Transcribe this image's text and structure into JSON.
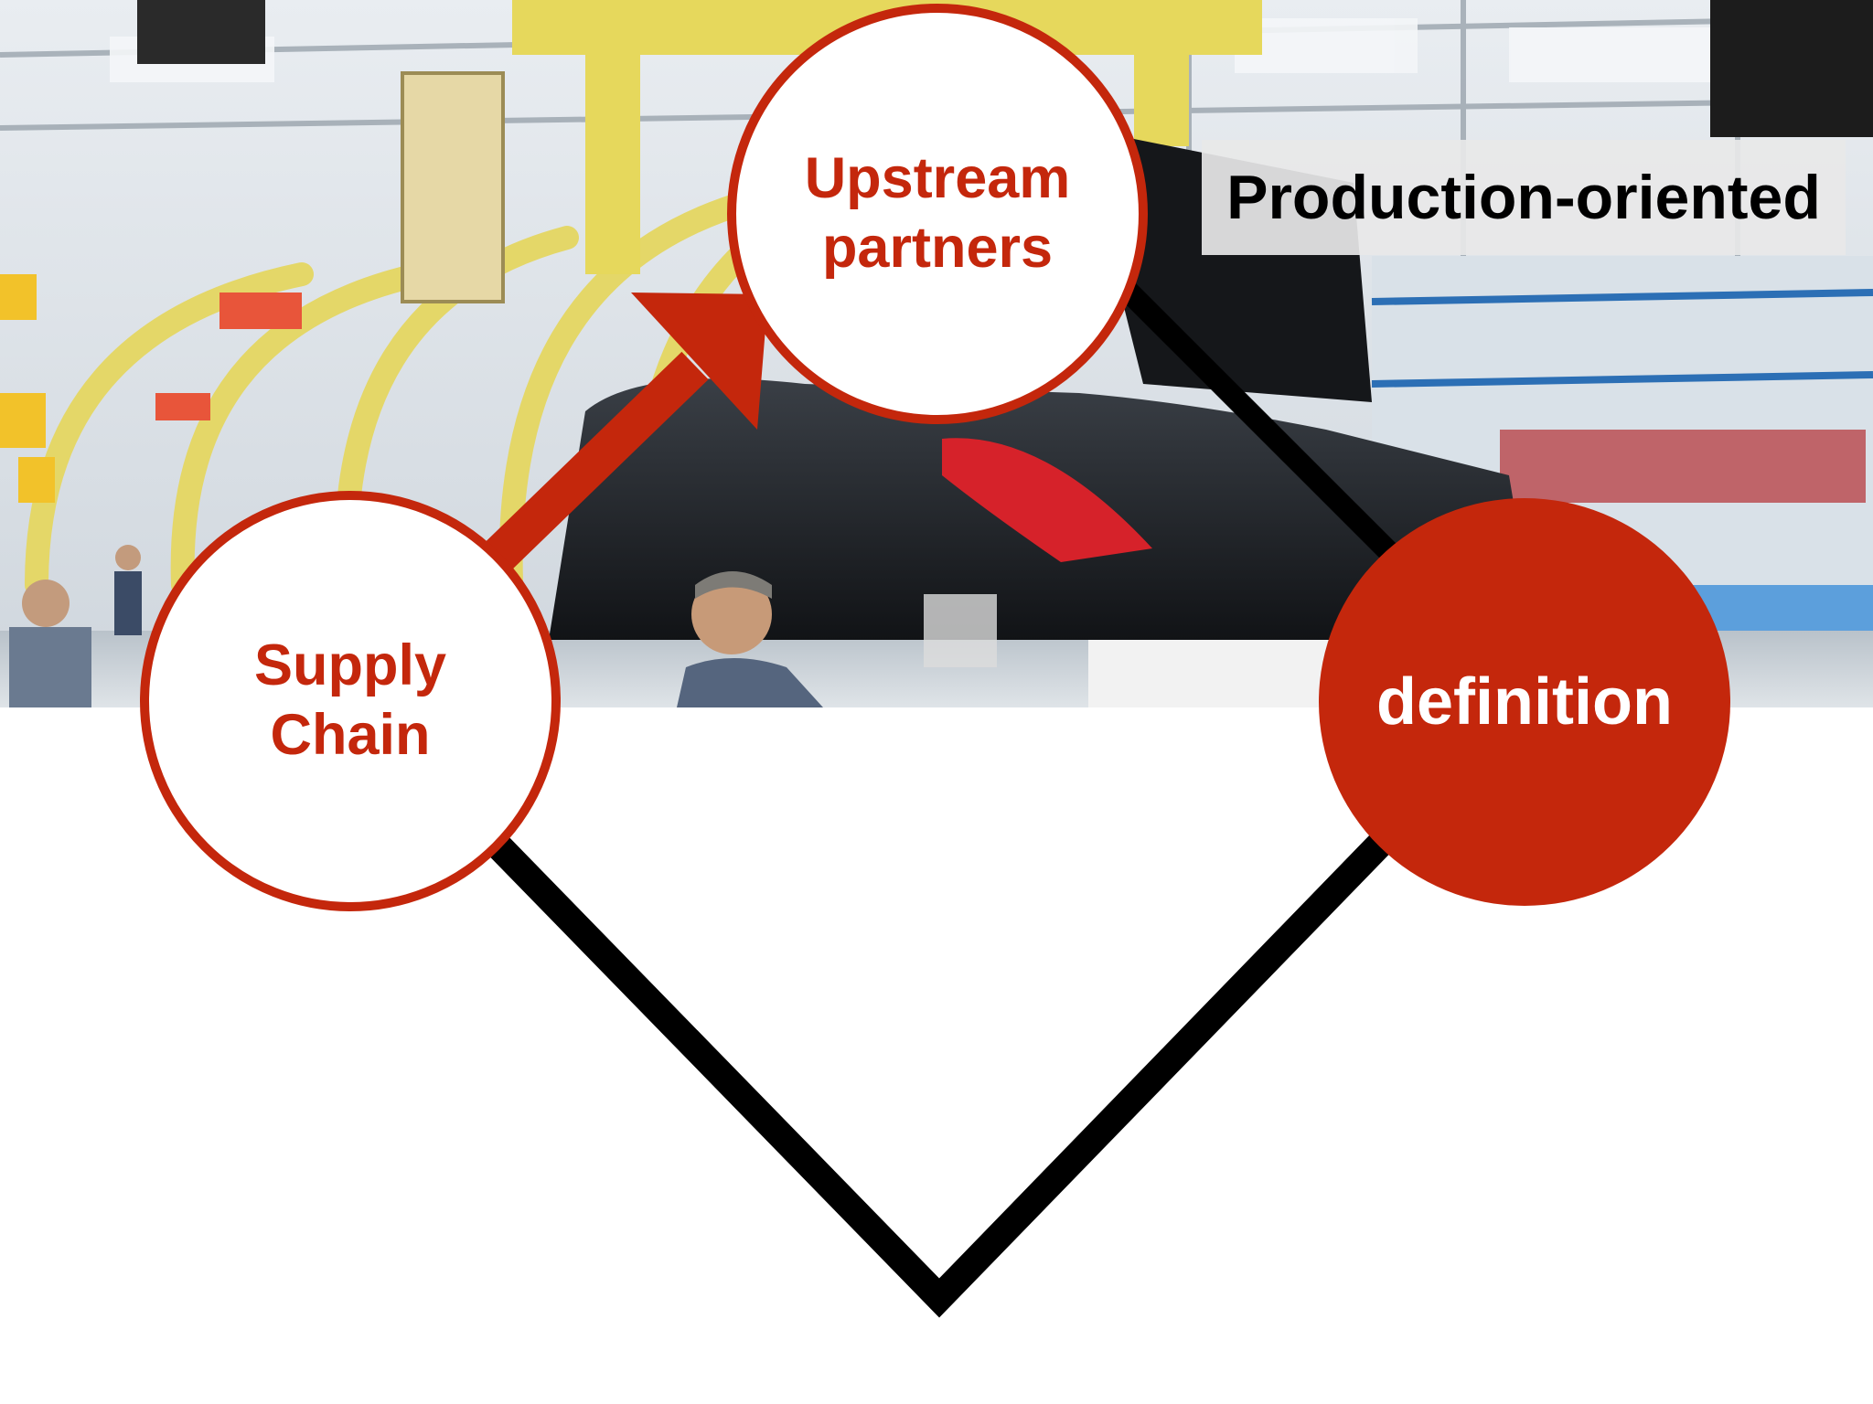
{
  "diagram": {
    "nodes": {
      "upstream": {
        "label": "Upstream\npartners"
      },
      "supply_chain": {
        "label": "Supply\nChain"
      },
      "definition": {
        "label": "definition"
      }
    },
    "tag": {
      "label": "Production-oriented"
    }
  },
  "colors": {
    "accent": "#c4270c",
    "line": "#000000",
    "background": "#ffffff"
  },
  "photo": {
    "subject": "car assembly line"
  }
}
